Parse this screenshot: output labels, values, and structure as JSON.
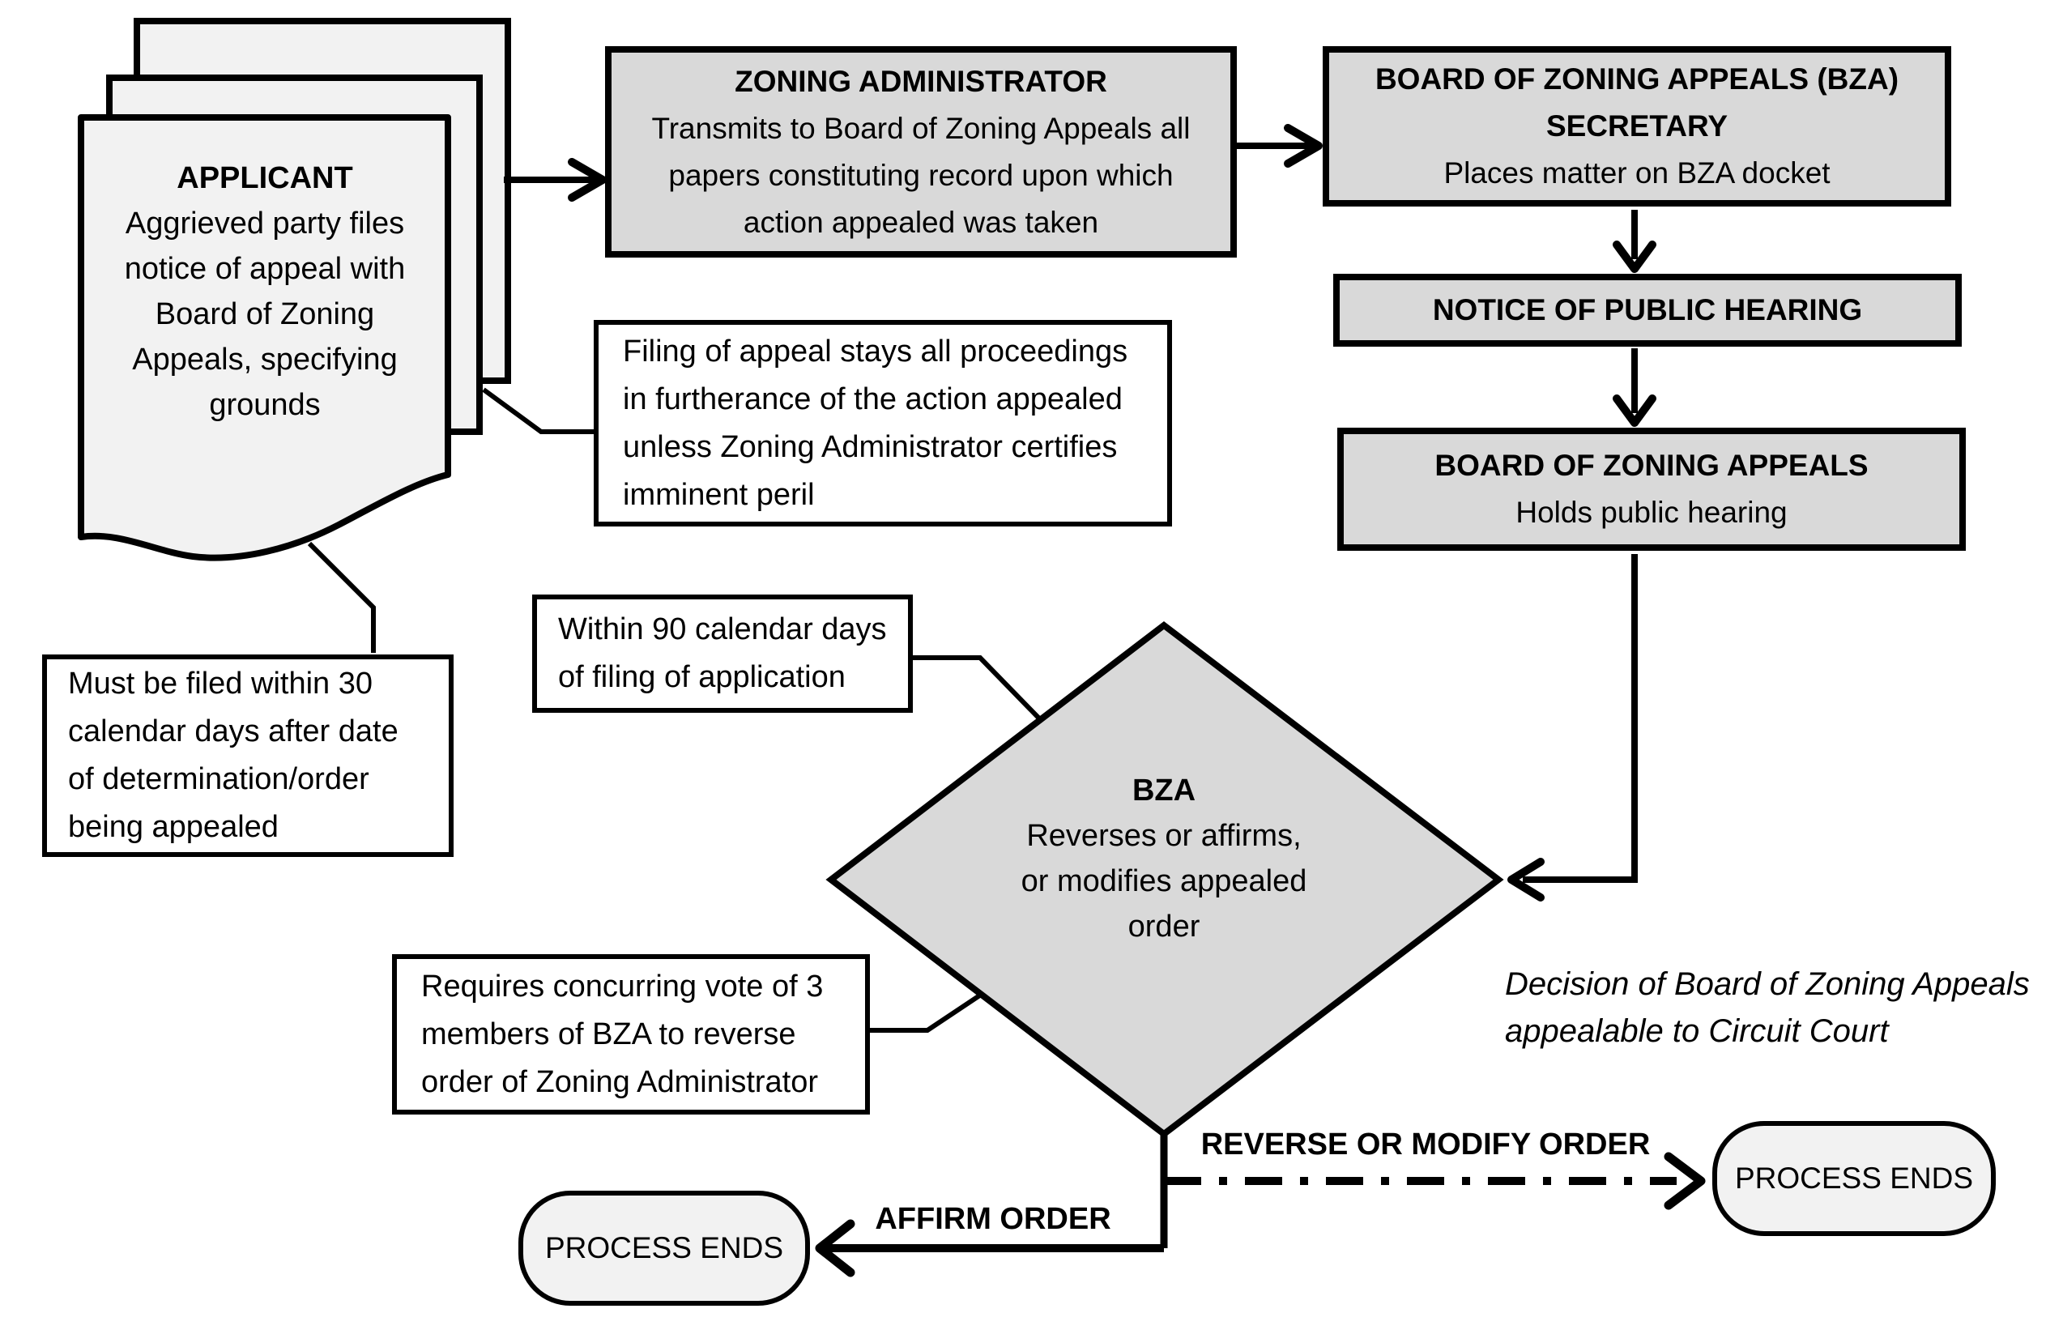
{
  "flowchart": {
    "nodes": {
      "applicant": {
        "title": "APPLICANT",
        "body": "Aggrieved party files\nnotice of appeal with\nBoard of Zoning\nAppeals, specifying\ngrounds"
      },
      "zoning_administrator": {
        "title": "ZONING ADMINISTRATOR",
        "body": "Transmits to Board of Zoning Appeals all\npapers constituting record upon which\naction appealed was taken"
      },
      "bza_secretary": {
        "title": "BOARD OF ZONING APPEALS (BZA)\nSECRETARY",
        "body": "Places matter on BZA docket"
      },
      "notice_public_hearing": {
        "title": "NOTICE OF PUBLIC HEARING"
      },
      "bza_hearing": {
        "title": "BOARD OF ZONING APPEALS",
        "body": "Holds public hearing"
      },
      "bza_decision": {
        "title": "BZA",
        "body": "Reverses or affirms,\nor modifies appealed\norder"
      },
      "process_ends_left": {
        "label": "PROCESS ENDS"
      },
      "process_ends_right": {
        "label": "PROCESS ENDS"
      }
    },
    "notes": {
      "stay_of_proceedings": "Filing of appeal stays all proceedings\nin furtherance of the action appealed\nunless Zoning Administrator certifies\nimminent peril",
      "filing_deadline": "Must be filed within 30\ncalendar days after date\nof determination/order\nbeing appealed",
      "hearing_deadline": "Within 90 calendar days\nof filing of application",
      "vote_requirement": "Requires concurring vote of 3\nmembers of BZA to reverse\norder of Zoning Administrator",
      "circuit_court": "Decision of Board of Zoning Appeals\nappealable to Circuit Court"
    },
    "edges": {
      "reverse_label": "REVERSE OR MODIFY ORDER",
      "affirm_label": "AFFIRM ORDER"
    },
    "colors": {
      "node_fill": "#d9d9d9",
      "page_fill": "#f2f2f2",
      "terminator_fill": "#f2f2f2",
      "callout_fill": "#ffffff",
      "line": "#000000",
      "background": "#ffffff"
    }
  }
}
